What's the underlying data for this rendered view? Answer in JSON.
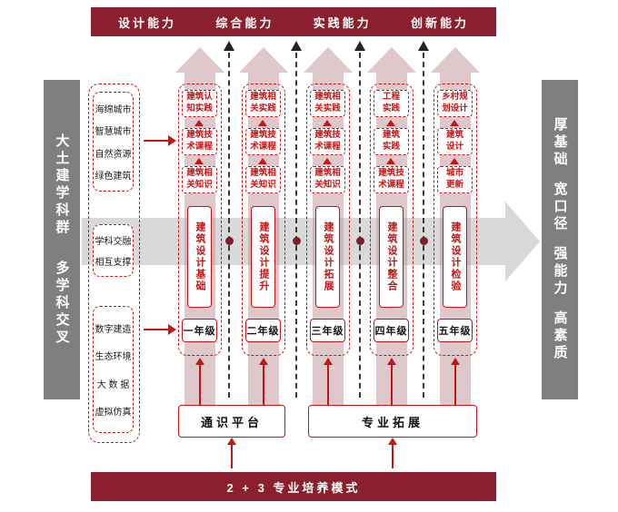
{
  "top_bar": {
    "labels": [
      "设计能力",
      "综合能力",
      "实践能力",
      "创新能力"
    ]
  },
  "left_bar": {
    "phrases": [
      "大土建学科群",
      "多学科交叉"
    ]
  },
  "right_bar": {
    "phrases": [
      "厚基础",
      "宽口径",
      "强能力",
      "高素质"
    ]
  },
  "bottom_bar": {
    "label": "2 + 3 专业培养模式"
  },
  "left_panel": {
    "groups": [
      {
        "items": [
          "海绵城市",
          "智慧城市",
          "自然资源",
          "绿色建筑"
        ]
      },
      {
        "items": [
          "学科交融",
          "相互支撑"
        ]
      },
      {
        "items": [
          "数字建造",
          "生态环境",
          "大 数 据",
          "虚拟仿真"
        ]
      }
    ]
  },
  "columns": [
    {
      "year": "一年级",
      "core": "建筑设计基础",
      "boxes": [
        "建筑认\n知实践",
        "建筑技\n术课程",
        "建筑相\n关知识"
      ]
    },
    {
      "year": "二年级",
      "core": "建筑设计提升",
      "boxes": [
        "建筑相\n关实践",
        "建筑技\n术课程",
        "建筑相\n关知识"
      ]
    },
    {
      "year": "三年级",
      "core": "建筑设计拓展",
      "boxes": [
        "建筑相\n关实践",
        "建筑技\n术课程",
        "建筑相\n关知识"
      ]
    },
    {
      "year": "四年级",
      "core": "建筑设计整合",
      "boxes": [
        "工程\n实践",
        "建筑\n实践",
        "建筑技\n术课程"
      ]
    },
    {
      "year": "五年级",
      "core": "建筑设计检验",
      "boxes": [
        "乡村规\n划设计",
        "建筑\n设计",
        "城市\n更新"
      ]
    }
  ],
  "platforms": {
    "general": "通识平台",
    "professional": "专业拓展"
  },
  "colors": {
    "maroon": "#8c1f2e",
    "red": "#c81414",
    "gray_bar": "#7f7f7f",
    "light_gray_arrow": "#d9d9d9",
    "pink_arrow": "#dfc7ca"
  }
}
